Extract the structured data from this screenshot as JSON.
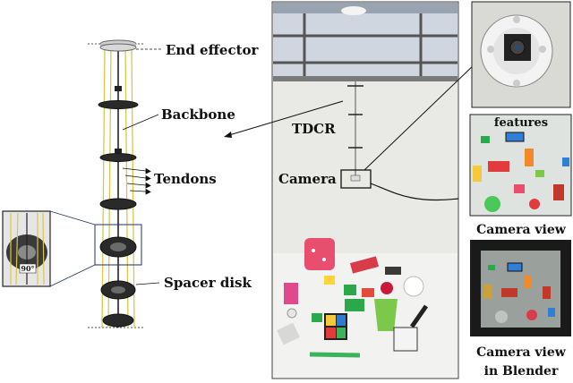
{
  "labels": {
    "end_effector": "End effector",
    "backbone": "Backbone",
    "tendons": "Tendons",
    "spacer_disk": "Spacer disk",
    "inset_angle": "90°",
    "tdcr": "TDCR",
    "camera": "Camera",
    "features": "features",
    "camera_view": "Camera view",
    "camera_view_blender_line1": "Camera view",
    "camera_view_blender_line2": "in Blender"
  },
  "colors": {
    "tendon": "#d8c84a",
    "disk": "#2a2a2a",
    "wall": "#e9e9e6",
    "table": "#f2f2f0",
    "sim_bg": "#1a1a1a",
    "sim_inner": "#9aa09c",
    "feature_blue": "#2f7fd6"
  }
}
